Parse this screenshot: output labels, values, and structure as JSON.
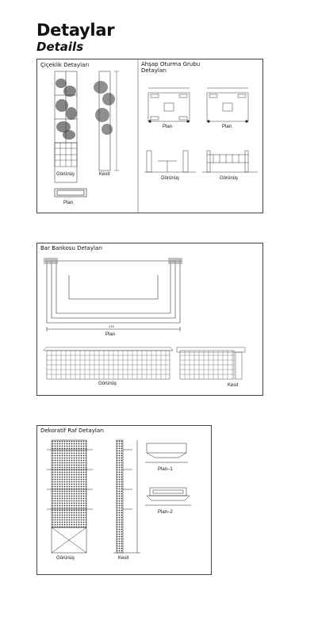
{
  "header": {
    "title": "Detaylar",
    "subtitle": "Details"
  },
  "sheet1": {
    "title_left": "Çiçeklik Detayları",
    "title_right_1": "Ahşap Oturma Grubu",
    "title_right_2": "Detayları",
    "label_gorunus": "Görünüş",
    "label_kesit": "Kesit",
    "label_plan": "Plan",
    "label_plan_right_1": "Plan",
    "label_plan_right_2": "Plan",
    "label_gorunus_right": "Görünüş",
    "label_gorunus_right_2": "Görünüş"
  },
  "sheet2": {
    "title": "Bar Bankosu Detayları",
    "label_plan": "Plan",
    "label_gorunus": "Görünüş",
    "label_kesit": "Kesit",
    "dim_total": "170"
  },
  "sheet3": {
    "title": "Dekoratif Raf Detayları",
    "label_plan1": "Plan–1",
    "label_plan2": "Plan–2",
    "label_gorunus": "Görünüş",
    "label_kesit": "Kesit"
  }
}
